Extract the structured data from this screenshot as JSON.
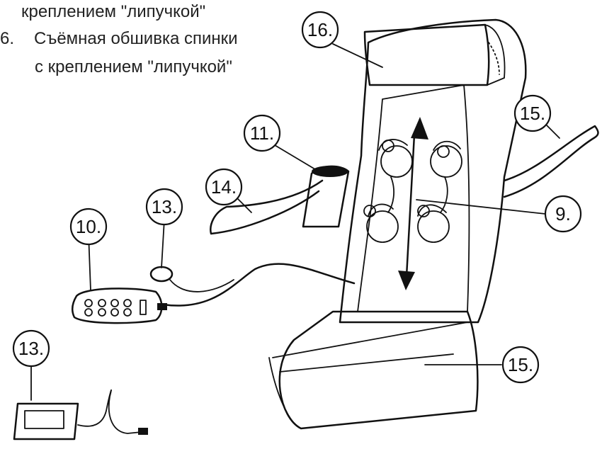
{
  "captions": {
    "line1": "креплением \"липучкой\"",
    "line2_num": "6.",
    "line2_text": "Съёмная обшивка спинки",
    "line3": "с креплением \"липучкой\""
  },
  "callouts": {
    "c16": "16.",
    "c15_strap": "15.",
    "c11": "11.",
    "c14": "14.",
    "c13_clip": "13.",
    "c10": "10.",
    "c9": "9.",
    "c13_adapter": "13.",
    "c15_seat": "15."
  },
  "icons": {
    "chair": "massage-seat-cushion",
    "remote": "remote-control",
    "adapter": "power-adapter"
  }
}
